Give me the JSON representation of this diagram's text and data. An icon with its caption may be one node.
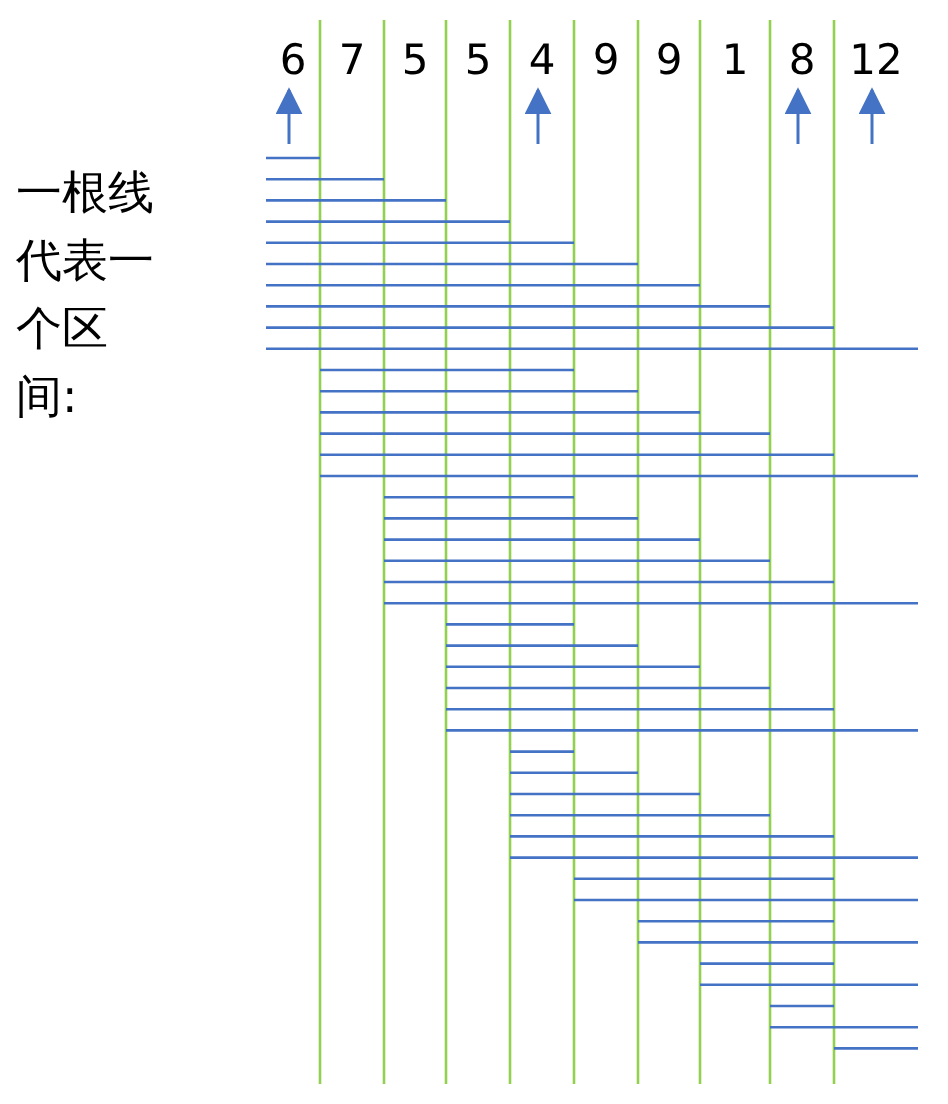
{
  "diagram": {
    "nodes": [
      {
        "text": [
          "6"
        ]
      },
      {
        "text": [
          "7"
        ]
      },
      {
        "text": [
          "5"
        ]
      },
      {
        "text": [
          "5"
        ]
      },
      {
        "text": [
          "4"
        ]
      },
      {
        "text": [
          "9"
        ]
      },
      {
        "text": [
          "9"
        ]
      },
      {
        "text": [
          "1"
        ]
      },
      {
        "text": [
          "8"
        ]
      },
      {
        "text": [
          "12"
        ]
      }
    ],
    "edges": [
      {
        "from": null,
        "to": 0,
        "arrow": "to"
      },
      {
        "from": null,
        "to": 4,
        "arrow": "to"
      },
      {
        "from": null,
        "to": 8,
        "arrow": "to"
      },
      {
        "from": null,
        "to": 9,
        "arrow": "to"
      }
    ],
    "labels": [
      "一根线代表一个区间:"
    ]
  }
}
